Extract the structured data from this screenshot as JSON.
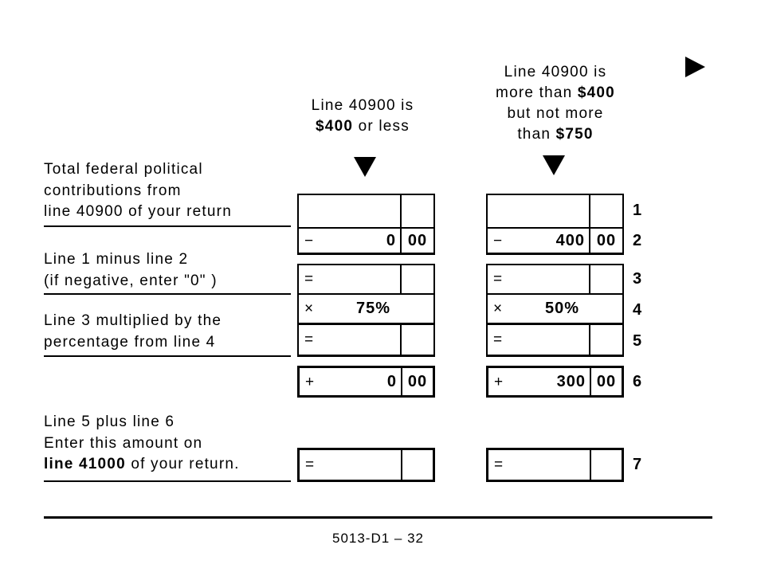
{
  "headers": {
    "left": {
      "line1": "Line 40900 is",
      "line2_bold": "$400",
      "line2_rest": " or less"
    },
    "right": {
      "line1": "Line 40900 is",
      "line2_pre": "more than ",
      "line2_bold": "$400",
      "line3": "but not more",
      "line4_pre": "than ",
      "line4_bold": "$750"
    }
  },
  "labels": {
    "label1": {
      "line1": "Total federal political",
      "line2": "contributions from",
      "line3": "line 40900 of your return"
    },
    "label2": {
      "line1": "Line 1 minus line 2",
      "line2": "(if negative, enter \"0\" )"
    },
    "label3": {
      "line1": "Line 3 multiplied by the",
      "line2": "percentage from line 4"
    },
    "label4": {
      "line1": "Line 5 plus line 6",
      "line2": "Enter this amount on",
      "line3_bold": "line 41000",
      "line3_rest": " of your return."
    }
  },
  "columns": {
    "left": {
      "row2": {
        "op": "−",
        "dollars": "0",
        "cents": "00"
      },
      "row3": {
        "op": "="
      },
      "row4": {
        "op": "×",
        "value": "75%"
      },
      "row5": {
        "op": "="
      },
      "row6": {
        "op": "+",
        "dollars": "0",
        "cents": "00"
      },
      "row7": {
        "op": "="
      }
    },
    "right": {
      "row2": {
        "op": "−",
        "dollars": "400",
        "cents": "00"
      },
      "row3": {
        "op": "="
      },
      "row4": {
        "op": "×",
        "value": "50%"
      },
      "row5": {
        "op": "="
      },
      "row6": {
        "op": "+",
        "dollars": "300",
        "cents": "00"
      },
      "row7": {
        "op": "="
      }
    }
  },
  "row_numbers": [
    "1",
    "2",
    "3",
    "4",
    "5",
    "6",
    "7"
  ],
  "footer": {
    "page_code": "5013-D1 – 32"
  },
  "colors": {
    "ink": "#000000",
    "paper": "#ffffff"
  }
}
